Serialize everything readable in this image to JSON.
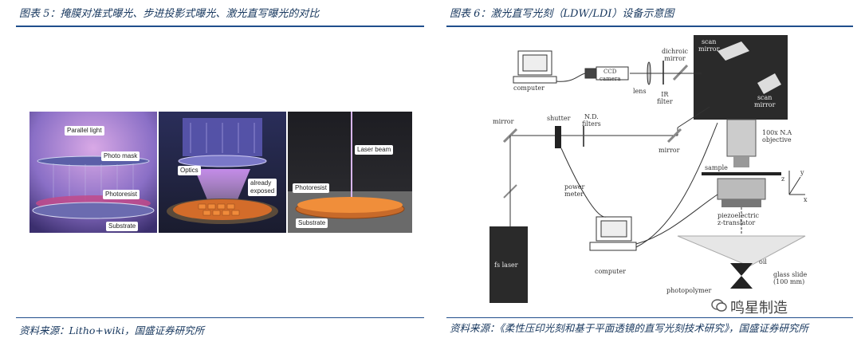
{
  "left": {
    "title": "图表 5：掩膜对准式曝光、步进投影式曝光、激光直写曝光的对比",
    "source": "资料来源：Litho+wiki，国盛证券研究所",
    "labels": {
      "parallel_light": "Parallel light",
      "photo_mask": "Photo mask",
      "photoresist_1": "Photoresist",
      "substrate_1": "Substrate",
      "optics": "Optics",
      "already_exposed": "already\nexposed",
      "laser_beam": "Laser beam",
      "photoresist_2": "Photoresist",
      "substrate_2": "Substrate"
    }
  },
  "right": {
    "title": "图表 6：激光直写光刻（LDW/LDI）设备示意图",
    "source": "资料来源：《柔性压印光刻和基于平面透镜的直写光刻技术研究》，国盛证券研究所",
    "labels": {
      "computer_top": "computer",
      "ccd": "CCD\ncamera",
      "lens": "lens",
      "ir_filter": "IR\nfilter",
      "dichroic_mirror": "dichroic\nmirror",
      "scan_mirror_1": "scan\nmirror",
      "scan_mirror_2": "scan\nmirror",
      "mirror_left": "mirror",
      "shutter": "shutter",
      "nd_filters": "N.D.\nfilters",
      "mirror_mid": "mirror",
      "objective": "100x N.A\nobjective",
      "sample": "sample",
      "axis_z": "z",
      "axis_y": "y",
      "axis_x": "x",
      "power_meter": "power\nmeter",
      "piezo": "piezoelectric\nz-translator",
      "fs_laser": "fs laser",
      "computer_bottom": "computer",
      "oil": "oil",
      "glass_slide": "glass slide\n(100 mm)",
      "photopolymer": "photopolymer"
    },
    "watermark": "鸣星制造"
  }
}
